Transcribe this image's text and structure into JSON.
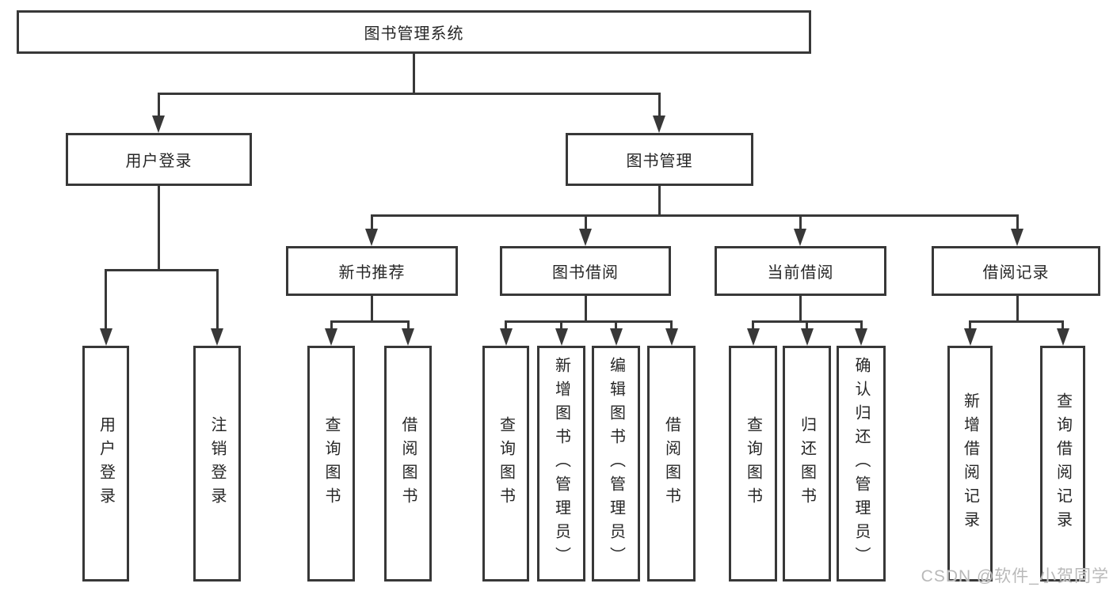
{
  "colors": {
    "line": "#383838",
    "text": "#262626",
    "watermark": "#b9b9b9",
    "background": "#ffffff"
  },
  "watermark": "CSDN @软件_小贺同学",
  "nodes": {
    "root": {
      "label": "图书管理系统"
    },
    "user_login": {
      "label": "用户登录"
    },
    "book_mgmt": {
      "label": "图书管理"
    },
    "new_rec": {
      "label": "新书推荐"
    },
    "borrow": {
      "label": "图书借阅"
    },
    "current": {
      "label": "当前借阅"
    },
    "records": {
      "label": "借阅记录"
    },
    "login": {
      "label": "用户登录"
    },
    "logout": {
      "label": "注销登录"
    },
    "rec_query": {
      "label": "查询图书"
    },
    "rec_borrow": {
      "label": "借阅图书"
    },
    "bor_query": {
      "label": "查询图书"
    },
    "bor_add": {
      "label": "新增图书（管理员）"
    },
    "bor_edit": {
      "label": "编辑图书（管理员）"
    },
    "bor_borrow": {
      "label": "借阅图书"
    },
    "cur_query": {
      "label": "查询图书"
    },
    "cur_return": {
      "label": "归还图书"
    },
    "cur_confirm": {
      "label": "确认归还（管理员）"
    },
    "rec_add_record": {
      "label": "新增借阅记录"
    },
    "rec_query_record": {
      "label": "查询借阅记录"
    }
  },
  "edges": [
    [
      "root",
      "user_login"
    ],
    [
      "root",
      "book_mgmt"
    ],
    [
      "user_login",
      "login"
    ],
    [
      "user_login",
      "logout"
    ],
    [
      "book_mgmt",
      "new_rec"
    ],
    [
      "book_mgmt",
      "borrow"
    ],
    [
      "book_mgmt",
      "current"
    ],
    [
      "book_mgmt",
      "records"
    ],
    [
      "new_rec",
      "rec_query"
    ],
    [
      "new_rec",
      "rec_borrow"
    ],
    [
      "borrow",
      "bor_query"
    ],
    [
      "borrow",
      "bor_add"
    ],
    [
      "borrow",
      "bor_edit"
    ],
    [
      "borrow",
      "bor_borrow"
    ],
    [
      "current",
      "cur_query"
    ],
    [
      "current",
      "cur_return"
    ],
    [
      "current",
      "cur_confirm"
    ],
    [
      "records",
      "rec_add_record"
    ],
    [
      "records",
      "rec_query_record"
    ]
  ]
}
